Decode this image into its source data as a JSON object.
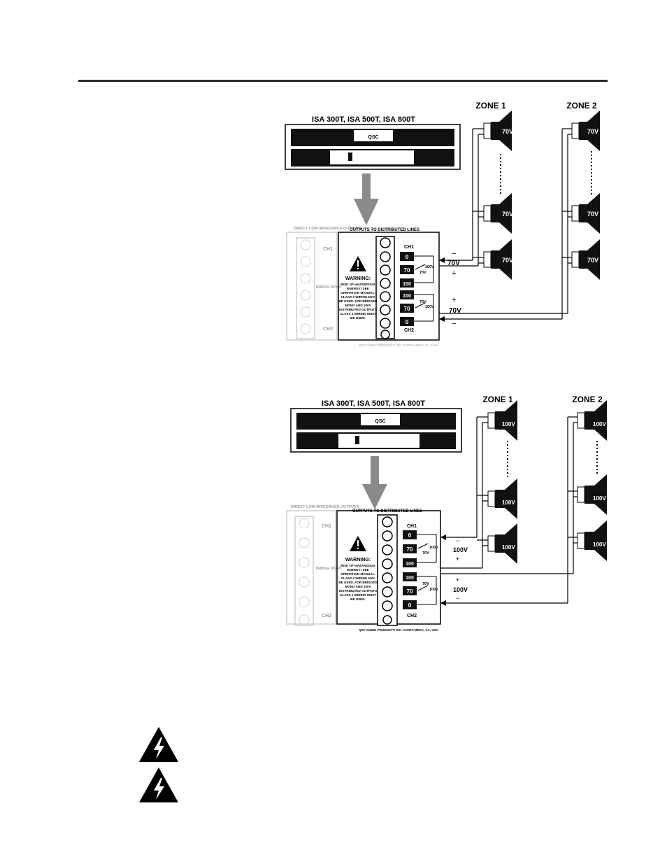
{
  "diagrams": [
    {
      "model_title": "ISA 300T, ISA 500T, ISA 800T",
      "zone1_label": "ZONE 1",
      "zone2_label": "ZONE 2",
      "speaker_tap": "70V",
      "panel_low_title": "DIRECT LOW IMPEDANCE OUTPUTS",
      "panel_dist_title": "OUTPUTS TO DISTRIBUTED LINES",
      "ch1": "CH1",
      "ch2": "CH2",
      "bridge_mono": "BRIDGE MONO",
      "terminal_labels": [
        "0",
        "70",
        "100",
        "100",
        "70",
        "0"
      ],
      "tap_70": "70V",
      "tap_100": "100V",
      "warning_heading": "WARNING:",
      "warning_lines": [
        "RISK OF HAZARDOUS",
        "ENERGY! SEE",
        "OPERATION MANUAL.",
        "CLASS 2 WIRING MAY",
        "BE USED. FOR BRIDGED",
        "MONO AND 100V",
        "DISTRIBUTED OUTPUTS",
        "CLASS 1 WIRING MUST",
        "BE USED."
      ],
      "line_voltage": "70V",
      "minus_sign": "−",
      "plus_sign": "+",
      "footer": "QSC AUDIO PRODUCTS INC. COSTA MESA, CA, USA"
    },
    {
      "model_title": "ISA 300T, ISA 500T, ISA 800T",
      "zone1_label": "ZONE 1",
      "zone2_label": "ZONE 2",
      "speaker_tap": "100V",
      "panel_low_title": "DIRECT LOW IMPEDANCE OUTPUTS",
      "panel_dist_title": "OUTPUTS TO DISTRIBUTED LINES",
      "ch1": "CH1",
      "ch2": "CH2",
      "bridge_mono": "BRIDGE MONO",
      "terminal_labels": [
        "0",
        "70",
        "100",
        "100",
        "70",
        "0"
      ],
      "tap_70": "70V",
      "tap_100": "100V",
      "warning_heading": "WARNING:",
      "warning_lines": [
        "RISK OF HAZARDOUS",
        "ENERGY! SEE",
        "OPERATION MANUAL.",
        "CLASS 2 WIRING MAY",
        "BE USED. FOR BRIDGED",
        "MONO AND 100V",
        "DISTRIBUTED OUTPUTS",
        "CLASS 1 WIRING MUST",
        "BE USED."
      ],
      "line_voltage": "100V",
      "minus_sign": "−",
      "plus_sign": "+",
      "footer": "QSC AUDIO PRODUCTS INC. COSTA MESA, CA, USA"
    }
  ]
}
